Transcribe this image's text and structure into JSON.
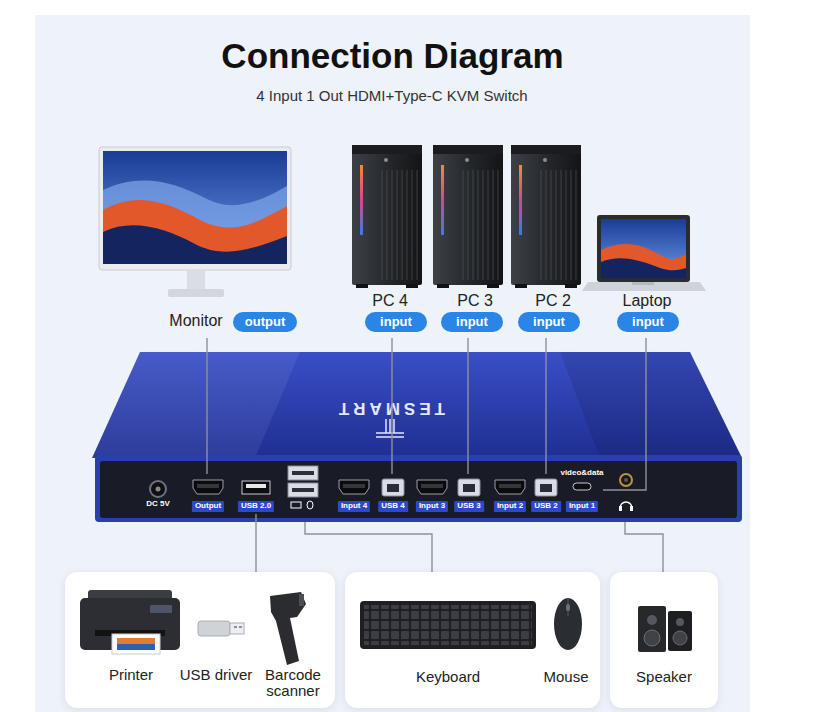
{
  "diagram": {
    "title": "Connection Diagram",
    "nodes": [
      {
        "text": [
          "Monitor"
        ]
      },
      {
        "text": [
          "output"
        ],
        "in": 0
      },
      {
        "text": [
          "PC 4"
        ]
      },
      {
        "text": [
          "input"
        ],
        "in": 2
      },
      {
        "text": [
          "PC 3"
        ]
      },
      {
        "text": [
          "input"
        ],
        "in": 4
      },
      {
        "text": [
          "PC 2"
        ]
      },
      {
        "text": [
          "input"
        ],
        "in": 6
      },
      {
        "text": [
          "Laptop"
        ]
      },
      {
        "text": [
          "input"
        ],
        "in": 8
      },
      {
        "text": [
          "TESMART"
        ]
      },
      {
        "text": [
          "DC 5V"
        ],
        "in": 10
      },
      {
        "text": [
          "Output"
        ],
        "in": 10
      },
      {
        "text": [
          "USB 2.0"
        ],
        "in": 10
      },
      {
        "text": [
          "Input 4"
        ],
        "in": 10
      },
      {
        "text": [
          "USB 4"
        ],
        "in": 10
      },
      {
        "text": [
          "Input 3"
        ],
        "in": 10
      },
      {
        "text": [
          "USB 3"
        ],
        "in": 10
      },
      {
        "text": [
          "Input 2"
        ],
        "in": 10
      },
      {
        "text": [
          "USB 2"
        ],
        "in": 10
      },
      {
        "text": [
          "video&data",
          "Input 1"
        ],
        "in": 10
      },
      {
        "text": [
          "Printer",
          "USB driver",
          "Barcode scanner"
        ]
      },
      {
        "text": [
          "Keyboard",
          "Mouse"
        ]
      },
      {
        "text": [
          "Speaker"
        ]
      }
    ],
    "edges": [
      {
        "from": 0,
        "to": 12,
        "arrow": "none"
      },
      {
        "from": 2,
        "to": 15,
        "arrow": "none"
      },
      {
        "from": 4,
        "to": 17,
        "arrow": "none"
      },
      {
        "from": 6,
        "to": 19,
        "arrow": "none"
      },
      {
        "from": 8,
        "to": 20,
        "arrow": "none"
      },
      {
        "from": 13,
        "to": 21,
        "arrow": "none"
      },
      {
        "from": 10,
        "to": 22,
        "arrow": "none"
      },
      {
        "from": 10,
        "to": 23,
        "arrow": "none"
      }
    ],
    "labels": [
      "4 Input 1 Out HDMI+Type-C KVM Switch"
    ]
  }
}
